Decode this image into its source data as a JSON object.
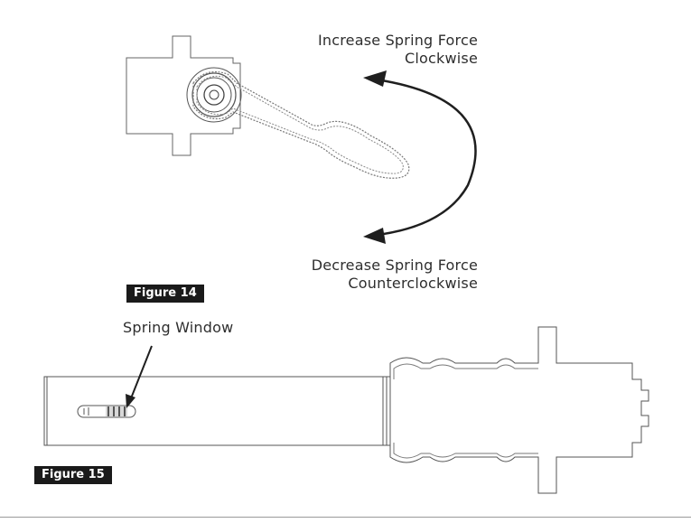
{
  "fig14": {
    "badge": "Figure 14",
    "increase_line1": "Increase Spring Force",
    "increase_line2": "Clockwise",
    "decrease_line1": "Decrease Spring Force",
    "decrease_line2": "Counterclockwise"
  },
  "fig15": {
    "badge": "Figure 15",
    "callout": "Spring Window"
  },
  "colors": {
    "stroke": "#555555",
    "badge_bg": "#1a1a1a",
    "text": "#2e2e2e"
  }
}
